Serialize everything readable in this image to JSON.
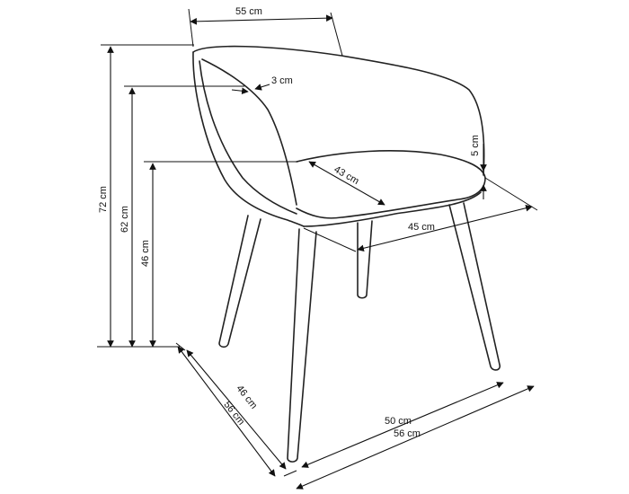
{
  "dimensions": {
    "width_top": "55 cm",
    "frame_thickness": "3 cm",
    "height_total": "72 cm",
    "height_armrest": "62 cm",
    "height_seat": "46 cm",
    "seat_thickness": "5 cm",
    "seat_depth": "43 cm",
    "seat_width": "45 cm",
    "depth_inner": "46 cm",
    "depth_outer": "56 cm",
    "width_inner": "50 cm",
    "width_outer": "56 cm"
  },
  "colors": {
    "line": "#222222",
    "background": "#ffffff"
  }
}
